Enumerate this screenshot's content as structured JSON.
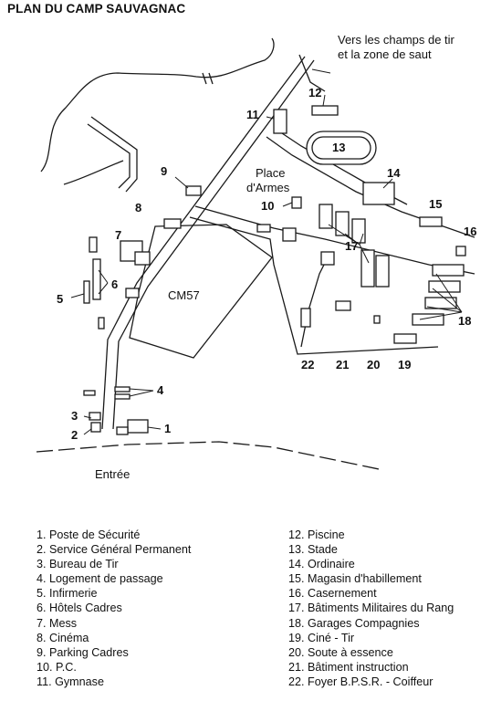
{
  "title": "PLAN DU CAMP SAUVAGNAC",
  "map": {
    "direction_note": [
      "Vers les champs de tir",
      "et la zone de saut"
    ],
    "place_label": [
      "Place",
      "d'Armes"
    ],
    "zone_label": "CM57",
    "entrance_label": "Entrée",
    "markers": [
      "1",
      "2",
      "3",
      "4",
      "5",
      "6",
      "7",
      "8",
      "9",
      "10",
      "11",
      "12",
      "13",
      "14",
      "15",
      "16",
      "17",
      "18",
      "19",
      "20",
      "21",
      "22"
    ]
  },
  "legend": {
    "left": [
      "1.  Poste de Sécurité",
      "2.  Service Général Permanent",
      "3.  Bureau de Tir",
      "4.  Logement de passage",
      "5.  Infirmerie",
      "6.  Hôtels Cadres",
      "7.  Mess",
      "8.  Cinéma",
      "9.  Parking Cadres",
      "10. P.C.",
      "11.  Gymnase"
    ],
    "right": [
      "12. Piscine",
      "13. Stade",
      "14. Ordinaire",
      "15. Magasin d'habillement",
      "16. Casernement",
      "17. Bâtiments Militaires du Rang",
      "18. Garages Compagnies",
      "19. Ciné - Tir",
      "20. Soute à essence",
      "21. Bâtiment instruction",
      "22. Foyer B.P.S.R. - Coiffeur"
    ]
  }
}
